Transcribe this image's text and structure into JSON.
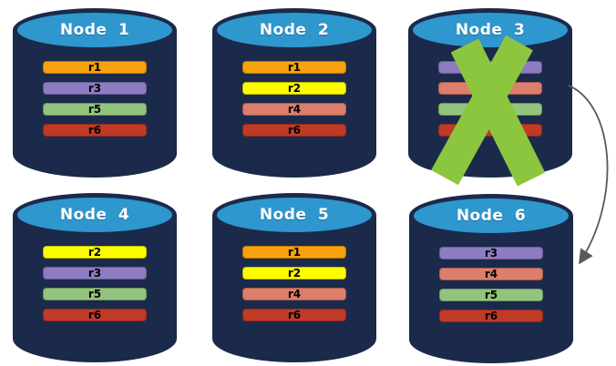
{
  "colors": {
    "cylinder_body": "#1B2A4B",
    "cylinder_top": "#2E97CE",
    "failure_x": "#8CC63E",
    "arrow": "#595959",
    "replica_r1": "#F9A10A",
    "replica_r2": "#FCFC00",
    "replica_r3": "#8E7CC3",
    "replica_r4": "#DC7E6B",
    "replica_r5": "#93C47D",
    "replica_r6": "#C13A26"
  },
  "nodes": [
    {
      "name": "Node 1",
      "failed": false,
      "replicas": [
        {
          "label": "r1",
          "color": "#F9A10A"
        },
        {
          "label": "r3",
          "color": "#8E7CC3"
        },
        {
          "label": "r5",
          "color": "#93C47D"
        },
        {
          "label": "r6",
          "color": "#C13A26"
        }
      ]
    },
    {
      "name": "Node 2",
      "failed": false,
      "replicas": [
        {
          "label": "r1",
          "color": "#F9A10A"
        },
        {
          "label": "r2",
          "color": "#FCFC00"
        },
        {
          "label": "r4",
          "color": "#DC7E6B"
        },
        {
          "label": "r6",
          "color": "#C13A26"
        }
      ]
    },
    {
      "name": "Node 3",
      "failed": true,
      "replicas": [
        {
          "label": "r3",
          "color": "#8E7CC3"
        },
        {
          "label": "",
          "color": "#DC7E6B"
        },
        {
          "label": "",
          "color": "#93C47D"
        },
        {
          "label": "",
          "color": "#C13A26"
        }
      ]
    },
    {
      "name": "Node 4",
      "failed": false,
      "replicas": [
        {
          "label": "r2",
          "color": "#FCFC00"
        },
        {
          "label": "r3",
          "color": "#8E7CC3"
        },
        {
          "label": "r5",
          "color": "#93C47D"
        },
        {
          "label": "r6",
          "color": "#C13A26"
        }
      ]
    },
    {
      "name": "Node 5",
      "failed": false,
      "replicas": [
        {
          "label": "r1",
          "color": "#F9A10A"
        },
        {
          "label": "r2",
          "color": "#FCFC00"
        },
        {
          "label": "r4",
          "color": "#DC7E6B"
        },
        {
          "label": "r6",
          "color": "#C13A26"
        }
      ]
    },
    {
      "name": "Node 6",
      "failed": false,
      "replicas": [
        {
          "label": "r3",
          "color": "#8E7CC3"
        },
        {
          "label": "r4",
          "color": "#DC7E6B"
        },
        {
          "label": "r5",
          "color": "#93C47D"
        },
        {
          "label": "r6",
          "color": "#C13A26"
        }
      ]
    }
  ],
  "arrow": {
    "from": "Node 3",
    "to": "Node 6"
  }
}
